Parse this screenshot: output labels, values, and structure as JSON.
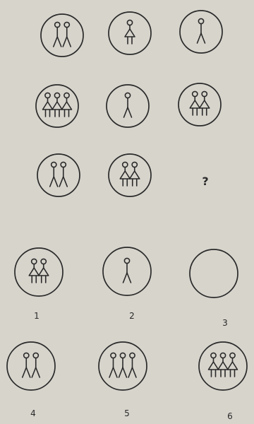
{
  "colors": {
    "background": "#d7d4cc",
    "ink": "#2a2a2a"
  },
  "puzzle": {
    "question_mark": "?",
    "matrix": [
      [
        "male",
        "male"
      ],
      [
        "female"
      ],
      [
        "male"
      ],
      [
        "female",
        "female",
        "female"
      ],
      [
        "male"
      ],
      [
        "female",
        "female"
      ],
      [
        "male",
        "male"
      ],
      [
        "female",
        "female"
      ]
    ]
  },
  "options": [
    {
      "label": "1",
      "figures": [
        "female",
        "female"
      ]
    },
    {
      "label": "2",
      "figures": [
        "male"
      ]
    },
    {
      "label": "3",
      "figures": []
    },
    {
      "label": "4",
      "figures": [
        "male",
        "male"
      ]
    },
    {
      "label": "5",
      "figures": [
        "male",
        "male",
        "male"
      ]
    },
    {
      "label": "6",
      "figures": [
        "female",
        "female",
        "female"
      ]
    }
  ]
}
